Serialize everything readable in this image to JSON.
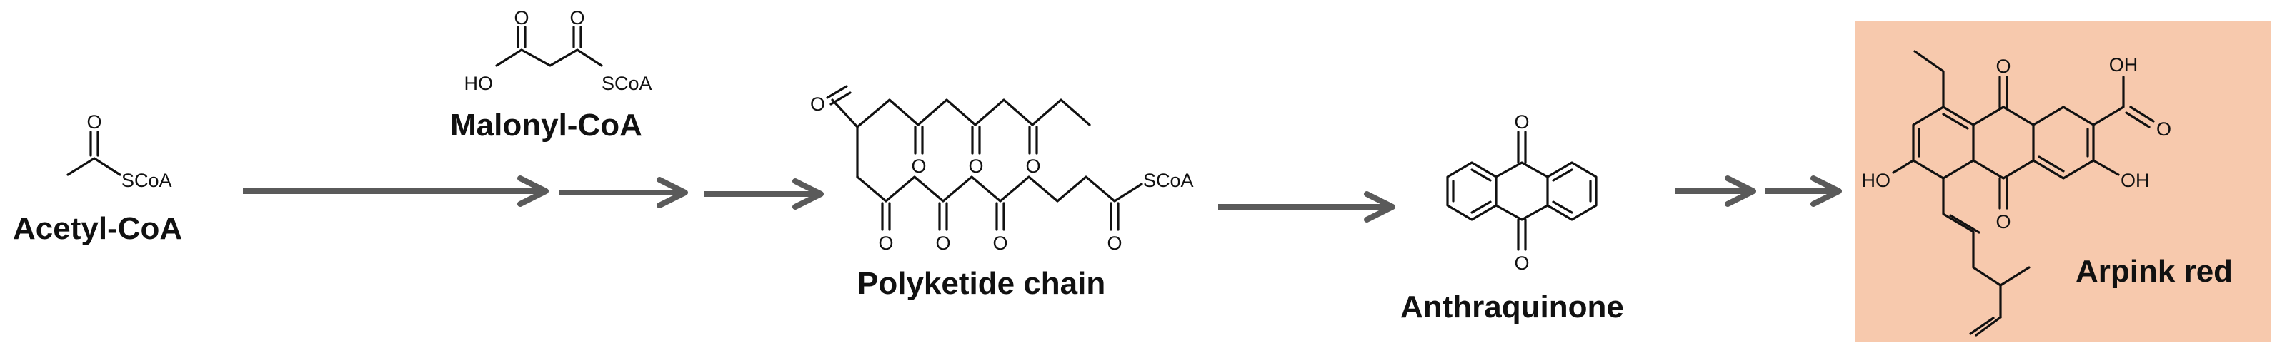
{
  "compounds": {
    "acetyl_coa": {
      "name": "Acetyl-CoA",
      "labels": [
        "O",
        "SCoA"
      ]
    },
    "malonyl_coa": {
      "name": "Malonyl-CoA",
      "labels": [
        "O",
        "O",
        "HO",
        "SCoA"
      ]
    },
    "polyketide": {
      "name": "Polyketide chain",
      "labels": [
        "O",
        "O",
        "O",
        "O",
        "O",
        "O",
        "O",
        "O",
        "SCoA"
      ]
    },
    "anthraquinone": {
      "name": "Anthraquinone",
      "labels": [
        "O",
        "O"
      ]
    },
    "arpink_red": {
      "name": "Arpink red",
      "labels": [
        "O",
        "O",
        "OH",
        "O",
        "HO",
        "OH"
      ]
    }
  },
  "colors": {
    "highlight_box": "#f7c9ad",
    "arrow": "#5a5a5a"
  }
}
